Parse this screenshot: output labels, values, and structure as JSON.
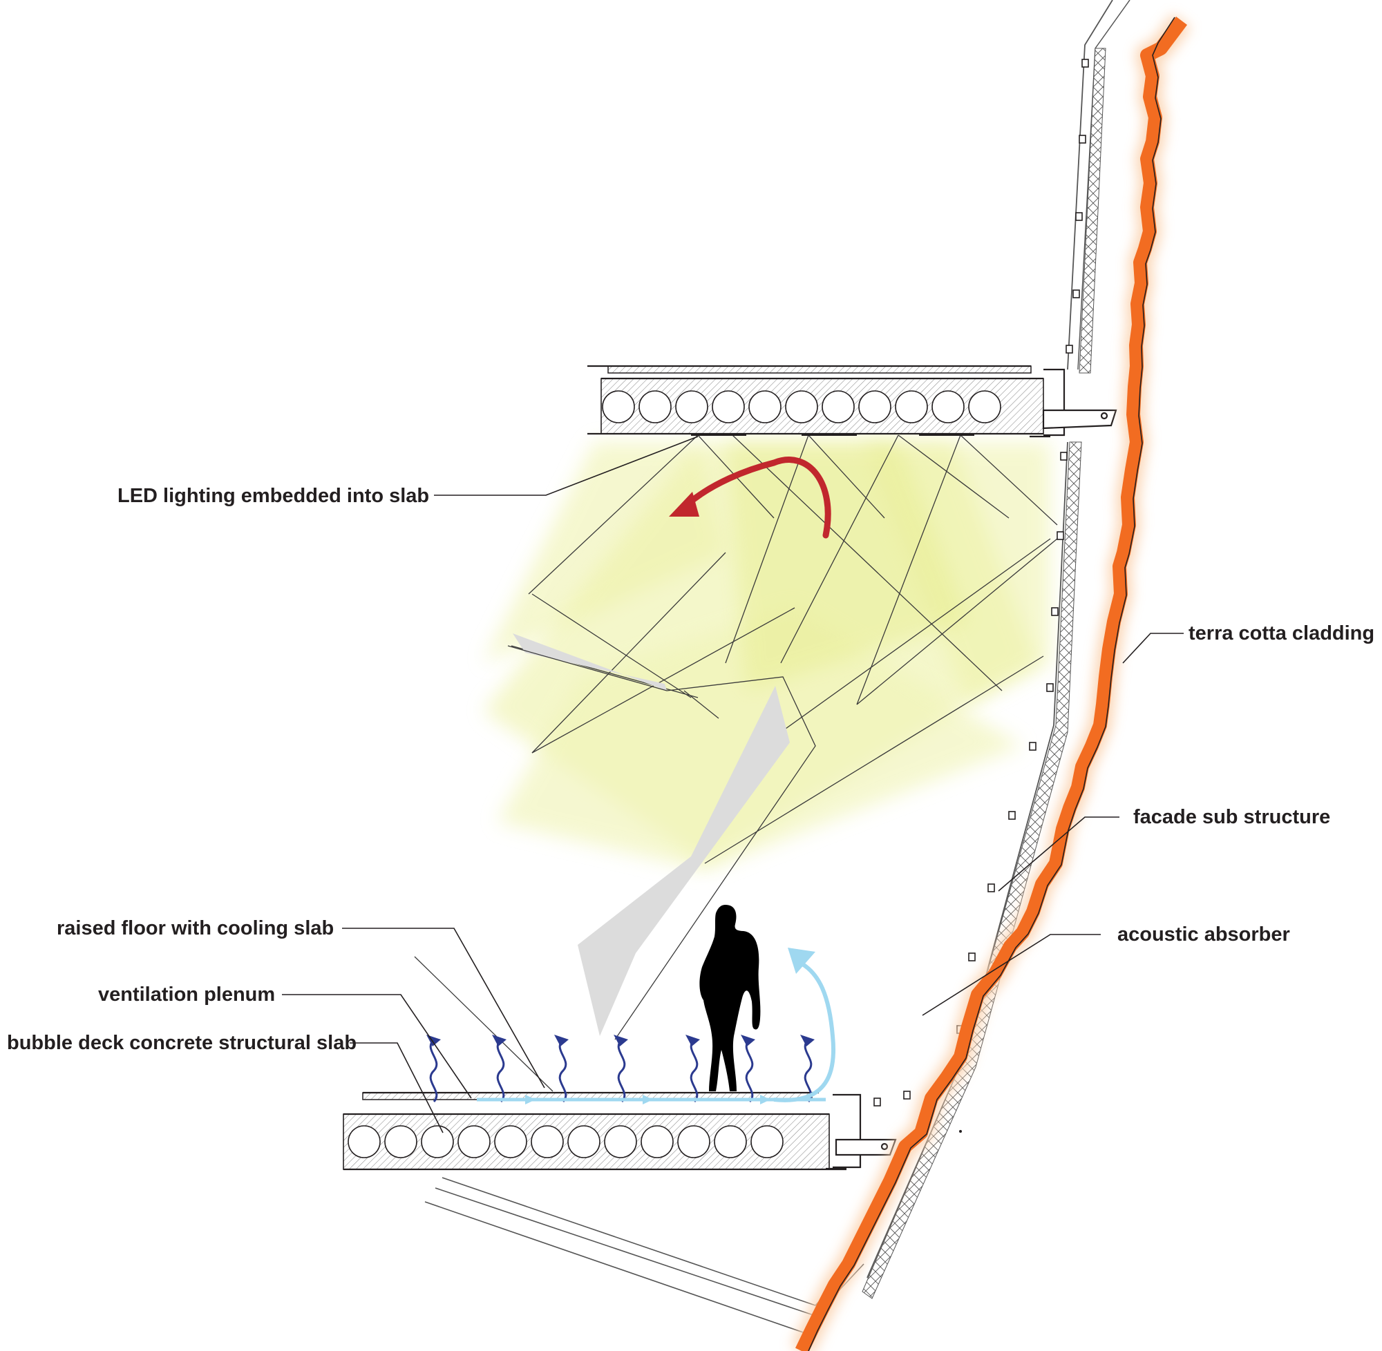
{
  "labels": {
    "led": "LED lighting embedded into slab",
    "terra": "terra cotta cladding",
    "facade": "facade sub structure",
    "acoustic": "acoustic absorber",
    "raised": "raised floor with cooling slab",
    "plenum": "ventilation plenum",
    "bubble": "bubble deck concrete structural slab"
  },
  "colors": {
    "cladding": "#f26c21",
    "cladding_glow": "#fbd3b0",
    "light": "#eef2a8",
    "arrow_red": "#c1272d",
    "air_blue": "#9fd8f0",
    "wave_blue": "#2b3a8f",
    "ink": "#231f20",
    "hatch": "#9a9a9a",
    "grey_shape": "#dcdcdc"
  }
}
